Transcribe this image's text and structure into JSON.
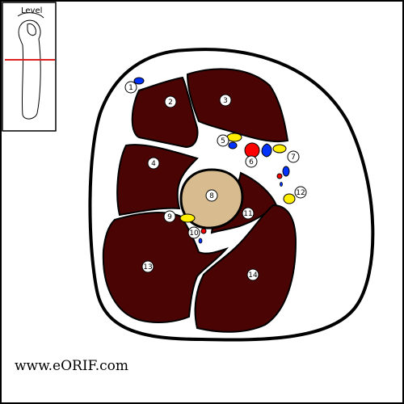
{
  "level_label": "Level",
  "watermark": "www.eORIF.com",
  "labels": [
    "1",
    "2",
    "3",
    "4",
    "5",
    "6",
    "7",
    "8",
    "9",
    "10",
    "11",
    "12",
    "13",
    "14"
  ],
  "colors": {
    "muscle": "#4a0404",
    "bone": "#d8bb8e",
    "artery": "#ff0000",
    "vein": "#0033ff",
    "nerve": "#ffee00",
    "outline": "#000000",
    "level_line": "#e02020"
  }
}
